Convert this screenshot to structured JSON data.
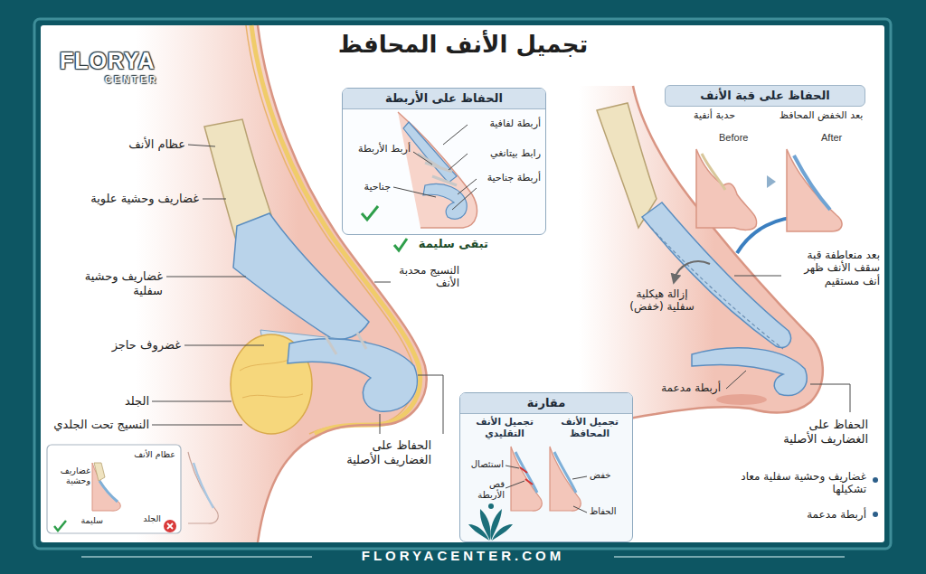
{
  "diagram": {
    "title": "تجميل الأنف المحافظ",
    "nodes": [
      {
        "text": [
          "الحفاظ على قبة الأنف"
        ]
      },
      {
        "text": [
          "الحفاظ على الأربطة"
        ]
      },
      {
        "text": [
          "مقارنة"
        ]
      },
      {
        "text": [
          "تجميل الأنف المحافظ"
        ],
        "in": 2
      },
      {
        "text": [
          "تجميل الأنف التقليدي"
        ],
        "in": 2
      }
    ],
    "labels": [
      "FLORYA",
      "CENTER",
      "عظام الأنف",
      "غضاريف وحشية علوية",
      "غضاريف وحشية سفلية",
      "غضروف حاجز",
      "الجلد",
      "النسيج تحت الجلدي",
      "النسيج محدبة الأنف",
      "الحفاظ على الغضاريف الأصلية",
      "أربطة لفافية",
      "أربط الأربطة",
      "رابط بيتانغي",
      "جناحية",
      "أربطة جناحية",
      "تبقى سليمة",
      "حدبة أنفية",
      "بعد الخفض المحافظ",
      "Before",
      "After",
      "بعد منعاطفة قبة سقف الأنف ظهر أنف مستقيم",
      "إزالة هيكلية سفلية (خفض)",
      "أربطة مدعمة",
      "الحفاظ على الغضاريف الأصلية",
      "غضاريف وحشية سفلية معاد تشكيلها",
      "أربطة مدعمة",
      "استئصال",
      "قص الأربطة",
      "خفض",
      "الحفاظ",
      "عظام الأنف",
      "غضاريف وحشية",
      "الجلد",
      "سليمة",
      "FLORYACENTER.COM"
    ]
  }
}
